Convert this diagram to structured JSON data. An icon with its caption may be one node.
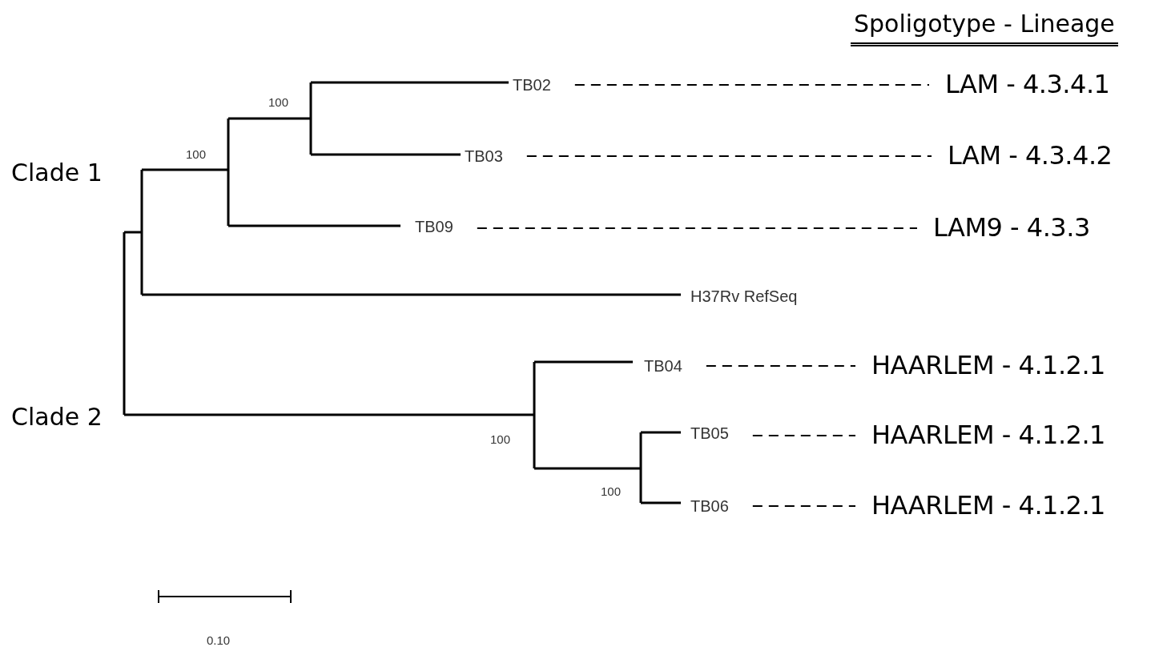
{
  "diagram": {
    "title": "Spoligotype - Lineage",
    "nodes": [
      {
        "text": [
          "TB02"
        ]
      },
      {
        "text": [
          "LAM - 4.3.4.1"
        ]
      },
      {
        "text": [
          "TB03"
        ]
      },
      {
        "text": [
          "LAM - 4.3.4.2"
        ]
      },
      {
        "text": [
          "TB09"
        ]
      },
      {
        "text": [
          "LAM9 - 4.3.3"
        ]
      },
      {
        "text": [
          "H37Rv RefSeq"
        ]
      },
      {
        "text": [
          "TB04"
        ]
      },
      {
        "text": [
          "HAARLEM - 4.1.2.1"
        ]
      },
      {
        "text": [
          "TB05"
        ]
      },
      {
        "text": [
          "HAARLEM - 4.1.2.1"
        ]
      },
      {
        "text": [
          "TB06"
        ]
      },
      {
        "text": [
          "HAARLEM - 4.1.2.1"
        ]
      }
    ],
    "edges": [
      {
        "from": 0,
        "to": 1,
        "arrow": "none",
        "style": "dashed"
      },
      {
        "from": 2,
        "to": 3,
        "arrow": "none",
        "style": "dashed"
      },
      {
        "from": 4,
        "to": 5,
        "arrow": "none",
        "style": "dashed"
      },
      {
        "from": 7,
        "to": 8,
        "arrow": "none",
        "style": "dashed"
      },
      {
        "from": 9,
        "to": 10,
        "arrow": "none",
        "style": "dashed"
      },
      {
        "from": 11,
        "to": 12,
        "arrow": "none",
        "style": "dashed"
      }
    ],
    "labels": [
      "100",
      "100",
      "Clade 1",
      "Clade 2",
      "100",
      "100",
      "0.10"
    ]
  }
}
